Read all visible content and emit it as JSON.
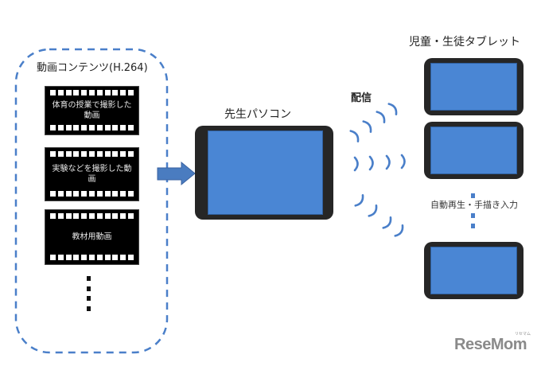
{
  "content_box": {
    "title": "動画コンテンツ(H.264)",
    "videos": [
      {
        "label": "体育の授業で撮影した動画"
      },
      {
        "label": "実験などを撮影した動画"
      },
      {
        "label": "教材用動画"
      }
    ],
    "more_indicator": "ellipsis-vertical"
  },
  "teacher_pc": {
    "label": "先生パソコン"
  },
  "distribution": {
    "label": "配信"
  },
  "student_tablets": {
    "label": "児童・生徒タブレット",
    "count_shown": 3,
    "feature_label": "自動再生・手描き入力"
  },
  "watermark": {
    "text": "ReseMom",
    "ruby": "リセマム"
  },
  "colors": {
    "accent_blue": "#4a86d4",
    "dash_blue": "#4a7fc9",
    "device_frame": "#262626",
    "film": "#000000"
  }
}
